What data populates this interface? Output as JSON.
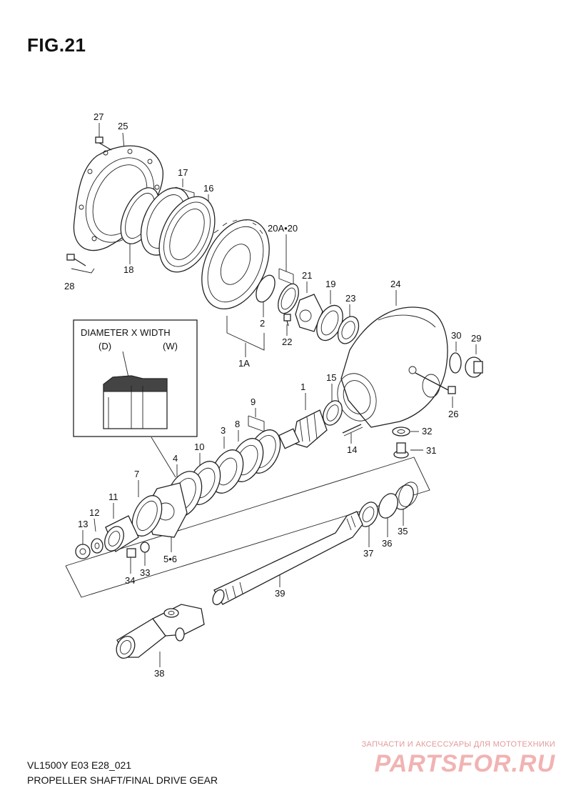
{
  "figure": {
    "title": "FIG.21",
    "model_code": "VL1500Y E03 E28_021",
    "caption": "PROPELLER SHAFT/FINAL DRIVE GEAR"
  },
  "inset": {
    "heading": "DIAMETER X WIDTH",
    "d_label": "(D)",
    "w_label": "(W)"
  },
  "watermark": {
    "subtitle": "ЗАПЧАСТИ И АКСЕССУАРЫ ДЛЯ МОТОТЕХНИКИ",
    "brand": "PARTSFOR.RU"
  },
  "callouts": [
    {
      "id": "27",
      "text": "27"
    },
    {
      "id": "25",
      "text": "25"
    },
    {
      "id": "17",
      "text": "17"
    },
    {
      "id": "16",
      "text": "16"
    },
    {
      "id": "20A-20",
      "text": "20A•20"
    },
    {
      "id": "18",
      "text": "18"
    },
    {
      "id": "28",
      "text": "28"
    },
    {
      "id": "21",
      "text": "21"
    },
    {
      "id": "19",
      "text": "19"
    },
    {
      "id": "23",
      "text": "23"
    },
    {
      "id": "24",
      "text": "24"
    },
    {
      "id": "2",
      "text": "2"
    },
    {
      "id": "22",
      "text": "22"
    },
    {
      "id": "1A",
      "text": "1A"
    },
    {
      "id": "30",
      "text": "30"
    },
    {
      "id": "29",
      "text": "29"
    },
    {
      "id": "15",
      "text": "15"
    },
    {
      "id": "1",
      "text": "1"
    },
    {
      "id": "26",
      "text": "26"
    },
    {
      "id": "9",
      "text": "9"
    },
    {
      "id": "32",
      "text": "32"
    },
    {
      "id": "8",
      "text": "8"
    },
    {
      "id": "3",
      "text": "3"
    },
    {
      "id": "14",
      "text": "14"
    },
    {
      "id": "31",
      "text": "31"
    },
    {
      "id": "10",
      "text": "10"
    },
    {
      "id": "4",
      "text": "4"
    },
    {
      "id": "7",
      "text": "7"
    },
    {
      "id": "11",
      "text": "11"
    },
    {
      "id": "12",
      "text": "12"
    },
    {
      "id": "13",
      "text": "13"
    },
    {
      "id": "5-6",
      "text": "5•6"
    },
    {
      "id": "33",
      "text": "33"
    },
    {
      "id": "34",
      "text": "34"
    },
    {
      "id": "35",
      "text": "35"
    },
    {
      "id": "36",
      "text": "36"
    },
    {
      "id": "37",
      "text": "37"
    },
    {
      "id": "39",
      "text": "39"
    },
    {
      "id": "38",
      "text": "38"
    }
  ]
}
